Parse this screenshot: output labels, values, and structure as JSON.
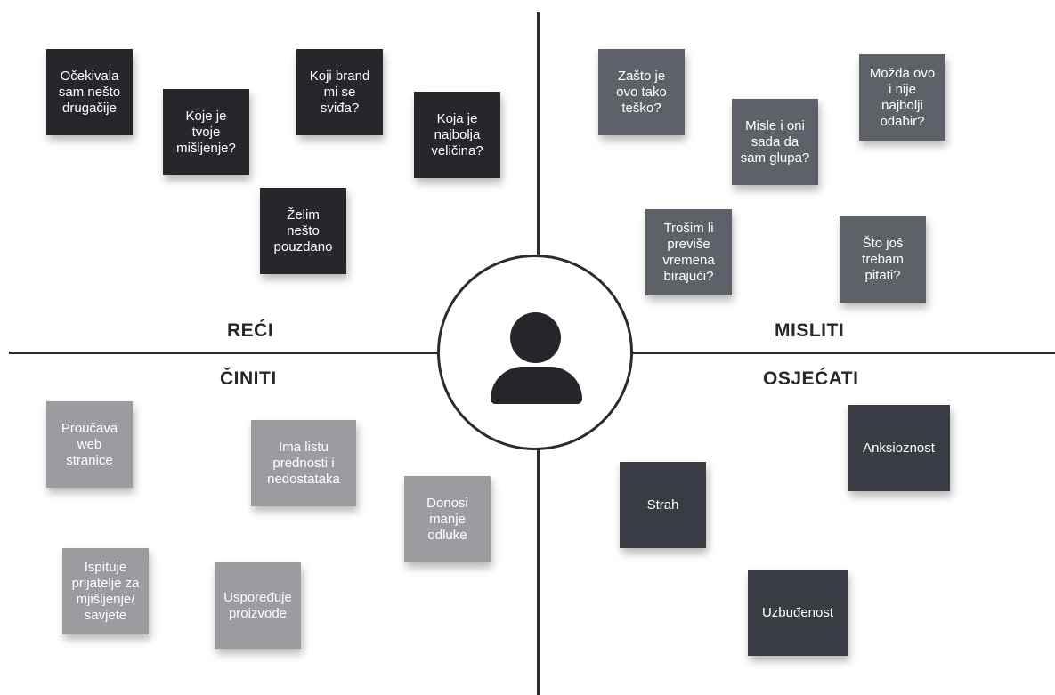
{
  "quadrants": {
    "reci": {
      "label": "REĆI",
      "notes": [
        "Očekivala\nsam nešto\ndrugačije",
        "Koje je\ntvoje\nmišljenje?",
        "Koji brand\nmi se\nsviđa?",
        "Koja je\nnajbolja\nveličina?",
        "Želim\nnešto\npouzdano"
      ]
    },
    "misliti": {
      "label": "MISLITI",
      "notes": [
        "Zašto je\novo tako\nteško?",
        "Misle i oni\nsada da\nsam glupa?",
        "Možda ovo\ni nije\nnajbolji\nodabir?",
        "Trošim li\npreviše\nvremena\nbirajući?",
        "Što još\ntrebam\npitati?"
      ]
    },
    "ciniti": {
      "label": "ČINITI",
      "notes": [
        "Proučava\nweb\nstranice",
        "Ima listu\nprednosti i\nnedostataka",
        "Donosi\nmanje\nodluke",
        "Ispituje\nprijatelje za\nmjišljenje/\nsavjete",
        "Uspoređuje\nproizvode"
      ]
    },
    "osjecati": {
      "label": "OSJEĆATI",
      "notes": [
        "Anksioznost",
        "Strah",
        "Uzbuđenost"
      ]
    }
  },
  "center": {
    "icon": "user-icon"
  },
  "colors": {
    "reci_note": "#25272b",
    "misliti_note": "#5e6168",
    "ciniti_note": "#9a9ca0",
    "osjecati_note": "#393c43",
    "lines": "#2a2c30"
  }
}
